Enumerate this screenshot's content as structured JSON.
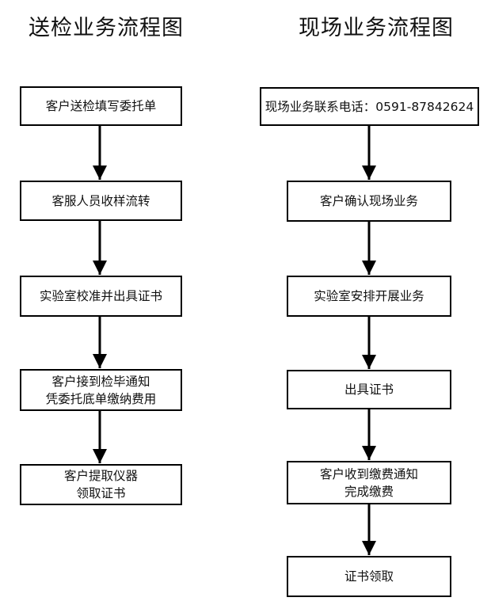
{
  "left_chart": {
    "title": "送检业务流程图",
    "steps": [
      {
        "lines": [
          "客户送检填写委托单"
        ]
      },
      {
        "lines": [
          "客服人员收样流转"
        ]
      },
      {
        "lines": [
          "实验室校准并出具证书"
        ]
      },
      {
        "lines": [
          "客户接到检毕通知",
          "凭委托底单缴纳费用"
        ]
      },
      {
        "lines": [
          "客户提取仪器",
          "领取证书"
        ]
      }
    ]
  },
  "right_chart": {
    "title": "现场业务流程图",
    "steps": [
      {
        "lines": [
          "现场业务联系电话：0591-87842624"
        ]
      },
      {
        "lines": [
          "客户确认现场业务"
        ]
      },
      {
        "lines": [
          "实验室安排开展业务"
        ]
      },
      {
        "lines": [
          "出具证书"
        ]
      },
      {
        "lines": [
          "客户收到缴费通知",
          "完成缴费"
        ]
      },
      {
        "lines": [
          "证书领取"
        ]
      }
    ]
  }
}
